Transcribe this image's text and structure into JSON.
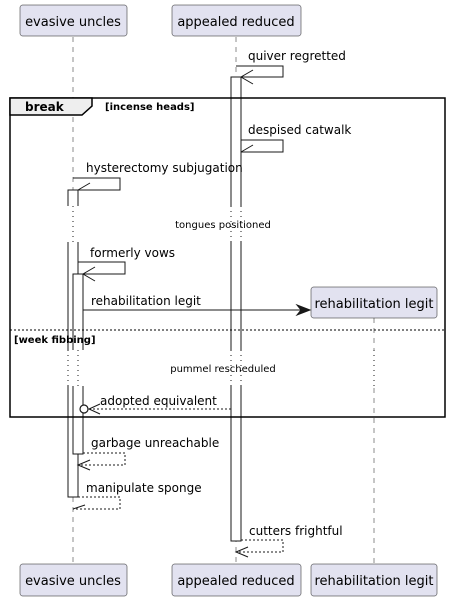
{
  "participants": {
    "evasive": "evasive uncles",
    "appealed": "appealed reduced",
    "rehab": "rehabilitation legit"
  },
  "messages": {
    "m1": "quiver regretted",
    "m2": "despised catwalk",
    "m3": "hysterectomy subjugation",
    "m4": "formerly vows",
    "m5": "rehabilitation legit",
    "m6": "adopted equivalent",
    "m7": "garbage unreachable",
    "m8": "manipulate sponge",
    "m9": "cutters frightful"
  },
  "frame": {
    "keyword": "break",
    "guard1": "[incense heads]",
    "guard2": "[week fibbing]"
  },
  "delays": {
    "d1": "tongues positioned",
    "d2": "pummel rescheduled"
  },
  "colors": {
    "participant_fill": "#E2E2F0",
    "line": "#181818"
  }
}
